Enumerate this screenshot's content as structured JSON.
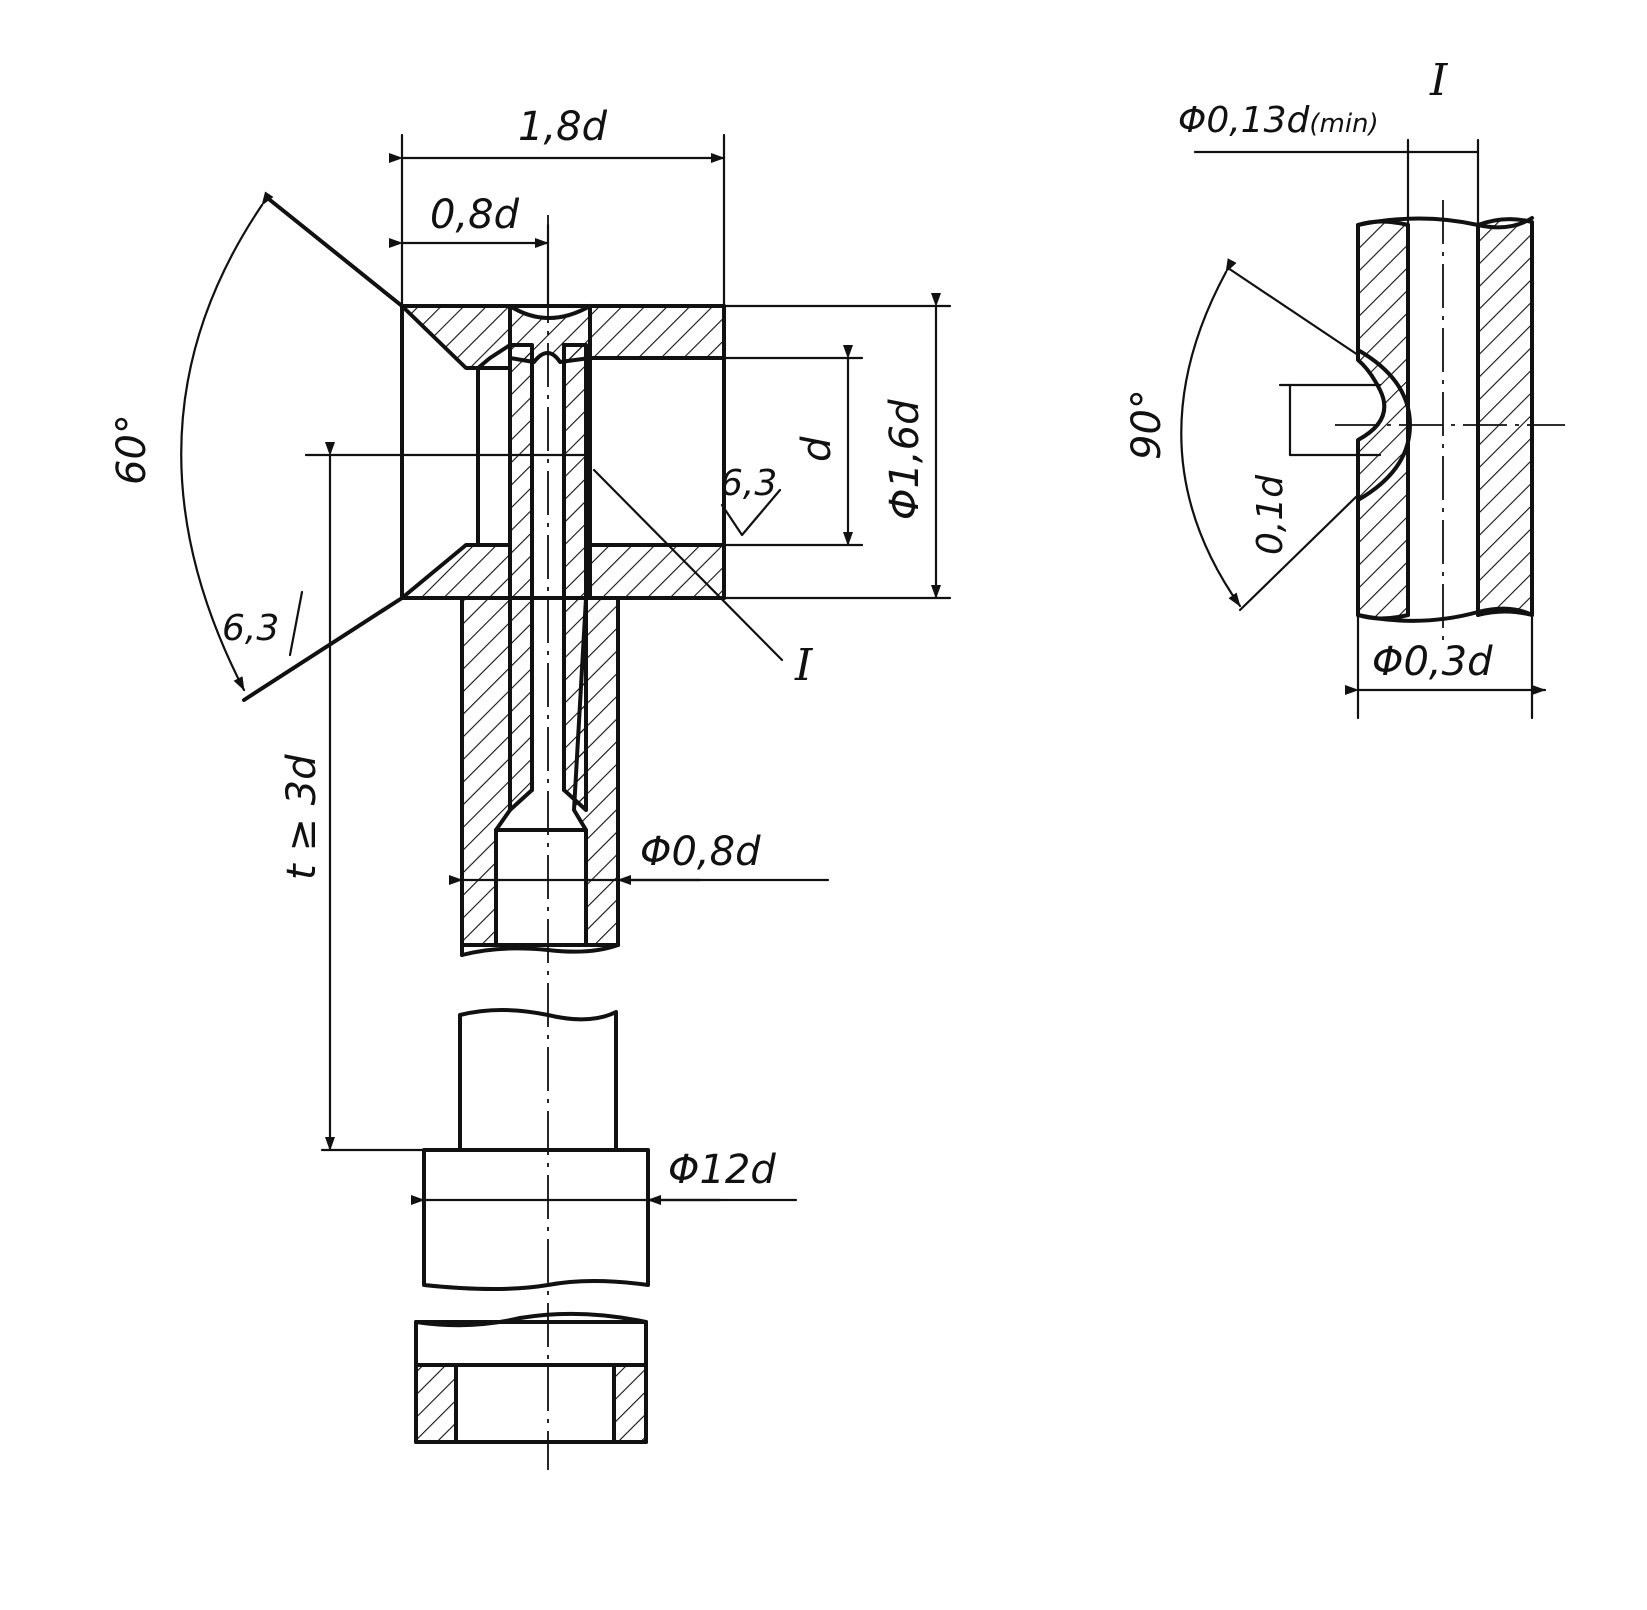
{
  "labels": {
    "width_total": "1,8d",
    "width_half": "0,8d",
    "dia_head": "Φ1,6d",
    "dia_bore": "d",
    "rough_1": "6,3",
    "rough_2": "6,3",
    "angle_main": "60°",
    "view_mark_main": "I",
    "depth": "t ≥ 3d",
    "dia_shank": "Φ0,8d",
    "dia_base": "Φ12d",
    "detail_title": "I",
    "dia_min": "Φ0,13d",
    "dia_min_suffix": "(min)",
    "dia_detail": "Φ0,3d",
    "angle_detail": "90°",
    "radius_detail": "0,1d"
  }
}
